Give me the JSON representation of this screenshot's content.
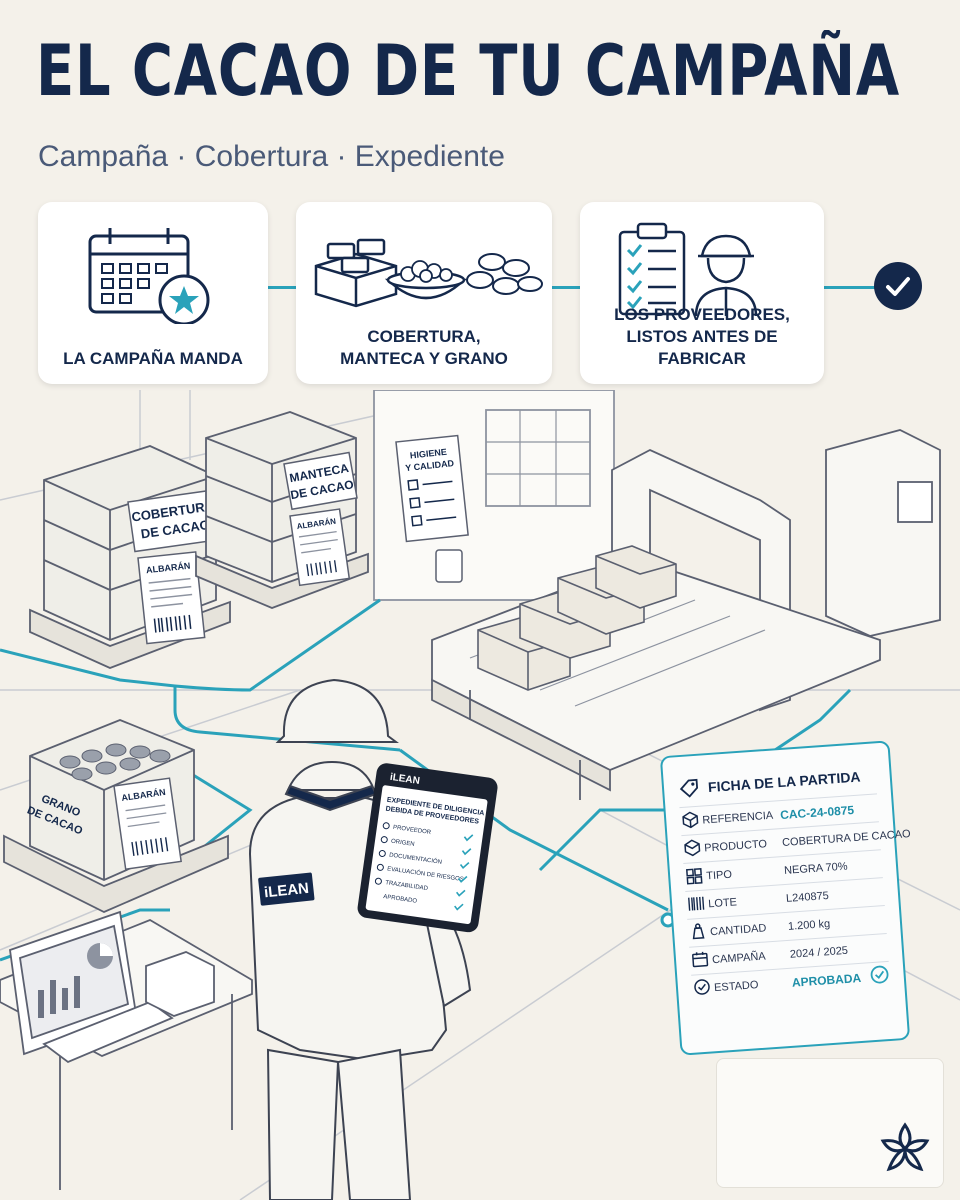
{
  "header": {
    "title": "EL CACAO DE TU CAMPAÑA",
    "subtitle": "Campaña · Cobertura · Expediente"
  },
  "cards": [
    {
      "label_line1": "LA CAMPAÑA MANDA",
      "label_line2": "",
      "icon": "calendar-star-icon"
    },
    {
      "label_line1": "COBERTURA,",
      "label_line2": "MANTECA Y GRANO",
      "icon": "cocoa-products-icon"
    },
    {
      "label_line1": "LOS PROVEEDORES,",
      "label_line2": "LISTOS ANTES DE FABRICAR",
      "icon": "checklist-worker-icon"
    }
  ],
  "scene": {
    "pallet_cobertura": [
      "COBERTURA",
      "DE CACAO"
    ],
    "pallet_manteca": [
      "MANTECA",
      "DE CACAO"
    ],
    "crate_grano": [
      "GRANO",
      "DE CACAO"
    ],
    "albaran": "ALBARÁN",
    "poster": [
      "HIGIENE",
      "Y CALIDAD"
    ],
    "jacket_brand": "iLEAN",
    "tablet": {
      "brand": "iLEAN",
      "heading": [
        "EXPEDIENTE DE DILIGENCIA",
        "DEBIDA DE PROVEEDORES"
      ],
      "items": [
        "PROVEEDOR",
        "ORIGEN",
        "DOCUMENTACIÓN",
        "EVALUACIÓN DE RIESGOS",
        "TRAZABILIDAD",
        "APROBADO"
      ]
    }
  },
  "ficha": {
    "title": "FICHA DE LA PARTIDA",
    "rows": [
      {
        "key": "REFERENCIA",
        "value": "CAC-24-0875",
        "accent": true,
        "icon": "box-icon"
      },
      {
        "key": "PRODUCTO",
        "value": "COBERTURA DE CACAO",
        "accent": false,
        "icon": "cube-icon"
      },
      {
        "key": "TIPO",
        "value": "NEGRA 70%",
        "accent": false,
        "icon": "grid-icon"
      },
      {
        "key": "LOTE",
        "value": "L240875",
        "accent": false,
        "icon": "barcode-icon"
      },
      {
        "key": "CANTIDAD",
        "value": "1.200 kg",
        "accent": false,
        "icon": "weight-icon"
      },
      {
        "key": "CAMPAÑA",
        "value": "2024 / 2025",
        "accent": false,
        "icon": "calendar-icon"
      },
      {
        "key": "ESTADO",
        "value": "APROBADA",
        "accent": true,
        "icon": "check-circle-icon"
      }
    ]
  },
  "colors": {
    "navy": "#14284b",
    "teal": "#2aa2ba",
    "background": "#f4f1ea"
  }
}
